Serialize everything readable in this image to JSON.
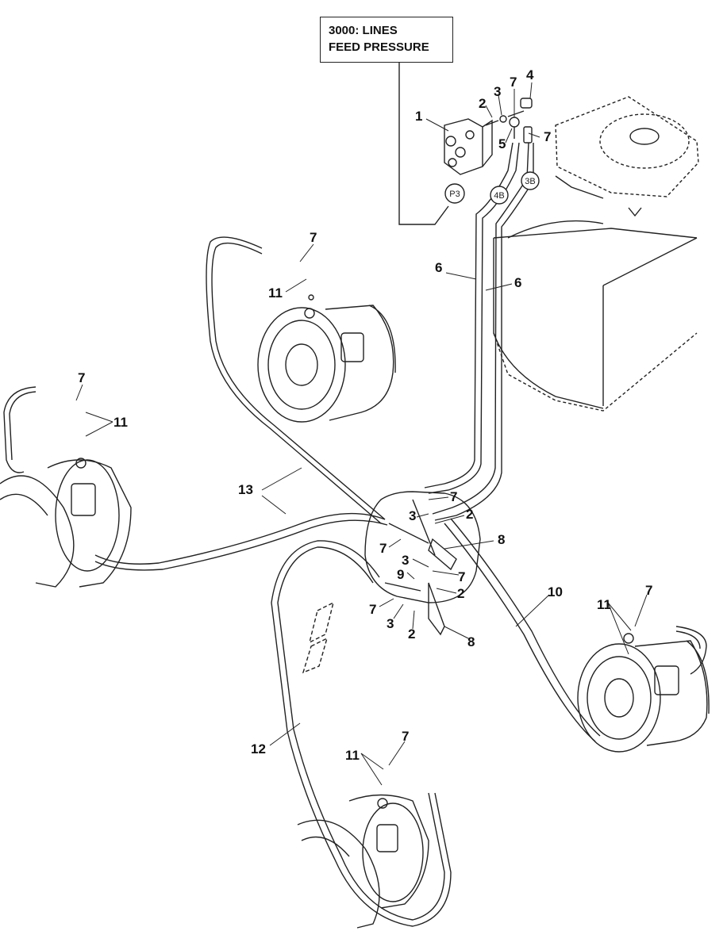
{
  "title_box": {
    "line1": "3000: LINES",
    "line2": "FEED PRESSURE"
  },
  "tags": [
    "P3",
    "4B",
    "3B"
  ],
  "callouts": {
    "valve_block": "1",
    "top_2": "2",
    "top_3": "3",
    "top_7a": "7",
    "top_4": "4",
    "top_5": "5",
    "top_7b": "7",
    "line_6_left": "6",
    "line_6_right": "6",
    "motor_tl_7": "7",
    "motor_tl_11": "11",
    "motor_left_7": "7",
    "motor_left_11": "11",
    "line_13": "13",
    "mid_7_top": "7",
    "mid_2_top": "2",
    "mid_3_top": "3",
    "mid_8_top": "8",
    "mid_7_left": "7",
    "mid_3_mid": "3",
    "mid_7_mid": "7",
    "mid_9": "9",
    "mid_2_mid": "2",
    "mid_7_bottom": "7",
    "mid_3_bottom": "3",
    "mid_2_bottom": "2",
    "mid_8_bottom": "8",
    "line_10": "10",
    "motor_right_11": "11",
    "motor_right_7": "7",
    "line_12": "12",
    "motor_bottom_11": "11",
    "motor_bottom_7": "7"
  }
}
